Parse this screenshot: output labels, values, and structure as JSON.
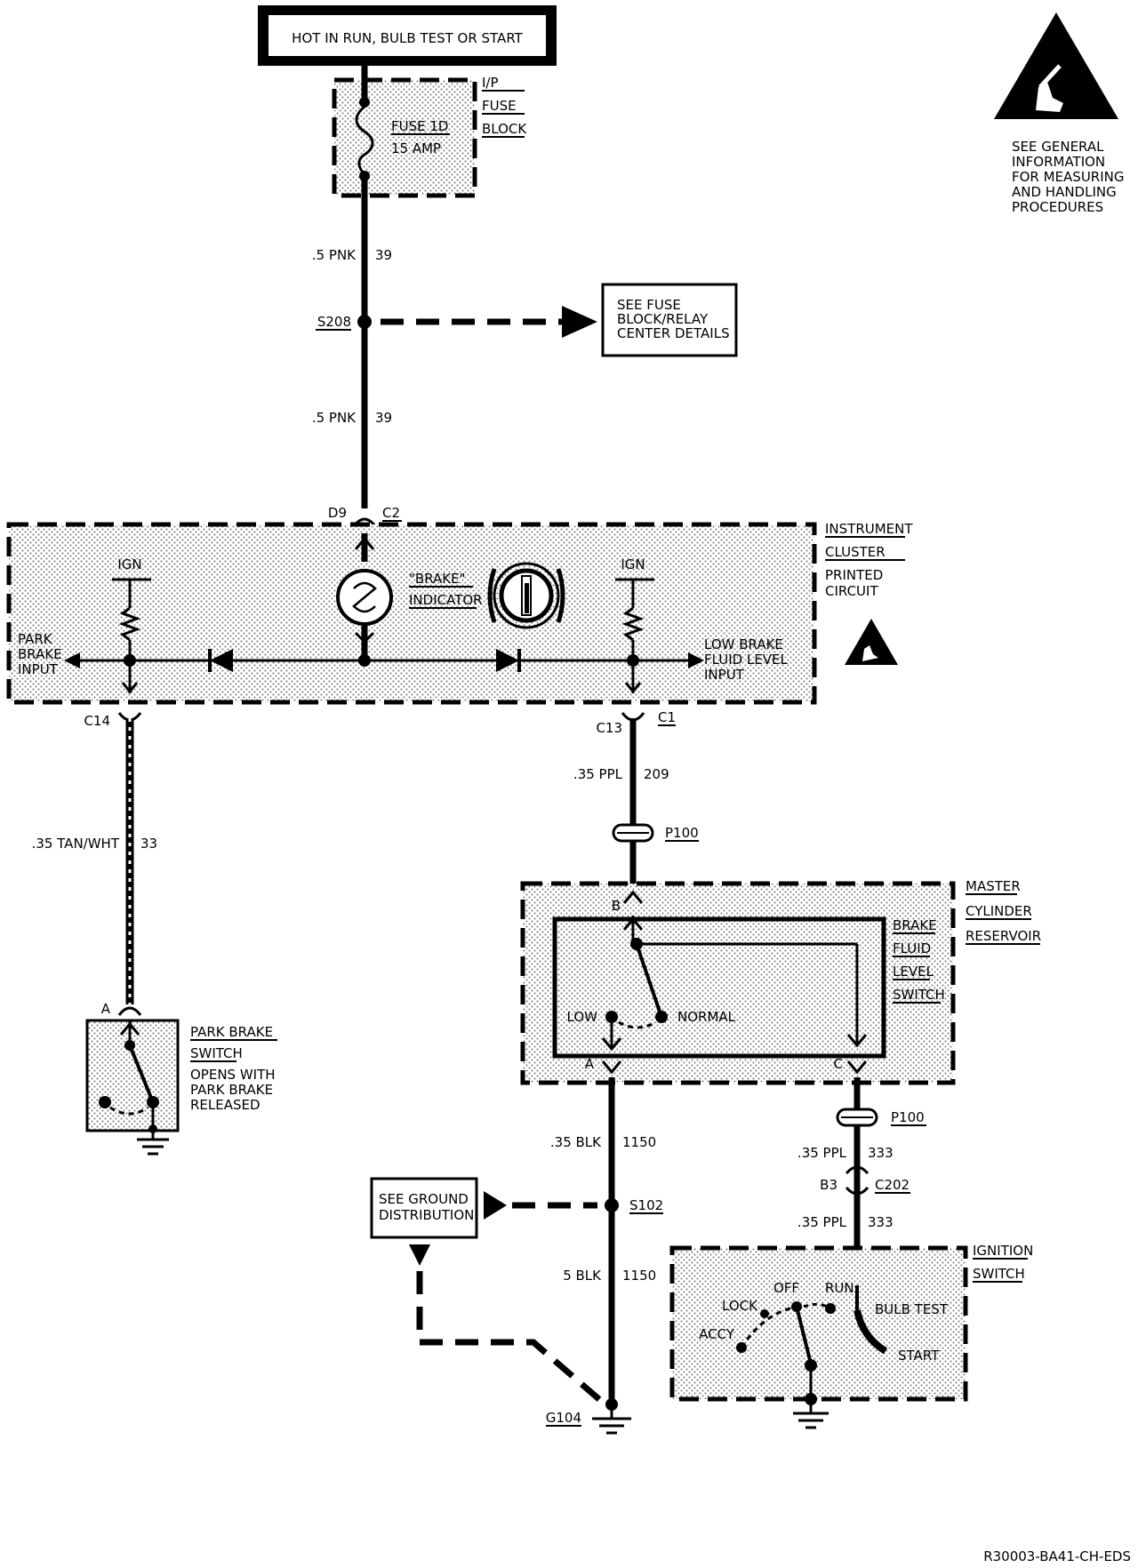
{
  "header": {
    "power_label": "HOT IN RUN, BULB TEST OR START"
  },
  "esd_note": {
    "lines": [
      "SEE GENERAL",
      "INFORMATION",
      "FOR MEASURING",
      "AND HANDLING",
      "PROCEDURES"
    ]
  },
  "fuse_block": {
    "title_lines": [
      "I/P",
      "FUSE",
      "BLOCK"
    ],
    "fuse_name": "FUSE 1D",
    "fuse_rating": "15 AMP"
  },
  "wires": {
    "pnk_top": {
      "gauge": ".5 PNK",
      "circuit": "39"
    },
    "pnk_mid": {
      "gauge": ".5 PNK",
      "circuit": "39"
    },
    "tan_wht": {
      "gauge": ".35 TAN/WHT",
      "circuit": "33"
    },
    "ppl_209": {
      "gauge": ".35 PPL",
      "circuit": "209"
    },
    "blk_upper": {
      "gauge": ".35 BLK",
      "circuit": "1150"
    },
    "blk_lower": {
      "gauge": "5 BLK",
      "circuit": "1150"
    },
    "ppl_333_upper": {
      "gauge": ".35 PPL",
      "circuit": "333"
    },
    "ppl_333_lower": {
      "gauge": ".35 PPL",
      "circuit": "333"
    }
  },
  "splices": {
    "s208": "S208",
    "s102": "S102"
  },
  "notes": {
    "fuse_relay": [
      "SEE FUSE",
      "BLOCK/RELAY",
      "CENTER DETAILS"
    ],
    "ground_dist": [
      "SEE GROUND",
      "DISTRIBUTION"
    ]
  },
  "connectors": {
    "d9": "D9",
    "c2": "C2",
    "c14": "C14",
    "c13": "C13",
    "c1": "C1",
    "p100_a": "P100",
    "p100_b": "P100",
    "b3": "B3",
    "c202": "C202",
    "pin_b": "B",
    "pin_a_mc": "A",
    "pin_c_mc": "C",
    "pin_a_pb": "A"
  },
  "cluster": {
    "title_lines": [
      "INSTRUMENT",
      "CLUSTER",
      "PRINTED",
      "CIRCUIT"
    ],
    "ign_left": "IGN",
    "ign_right": "IGN",
    "brake_lines": [
      "\"BRAKE\"",
      "INDICATOR"
    ],
    "park_lines": [
      "PARK",
      "BRAKE",
      "INPUT"
    ],
    "low_lines": [
      "LOW BRAKE",
      "FLUID LEVEL",
      "INPUT"
    ]
  },
  "master_cylinder": {
    "title_lines": [
      "MASTER",
      "CYLINDER",
      "RESERVOIR"
    ],
    "switch_lines": [
      "BRAKE",
      "FLUID",
      "LEVEL",
      "SWITCH"
    ],
    "low": "LOW",
    "normal": "NORMAL"
  },
  "park_brake": {
    "title_lines": [
      "PARK BRAKE",
      "SWITCH"
    ],
    "note_lines": [
      "OPENS WITH",
      "PARK BRAKE",
      "RELEASED"
    ]
  },
  "grounds": {
    "g104": "G104"
  },
  "ignition": {
    "title_lines": [
      "IGNITION",
      "SWITCH"
    ],
    "lock": "LOCK",
    "off": "OFF",
    "run": "RUN",
    "accy": "ACCY",
    "bulb_test": "BULB TEST",
    "start": "START"
  },
  "footer": {
    "code": "R30003-BA41-CH-EDS"
  }
}
